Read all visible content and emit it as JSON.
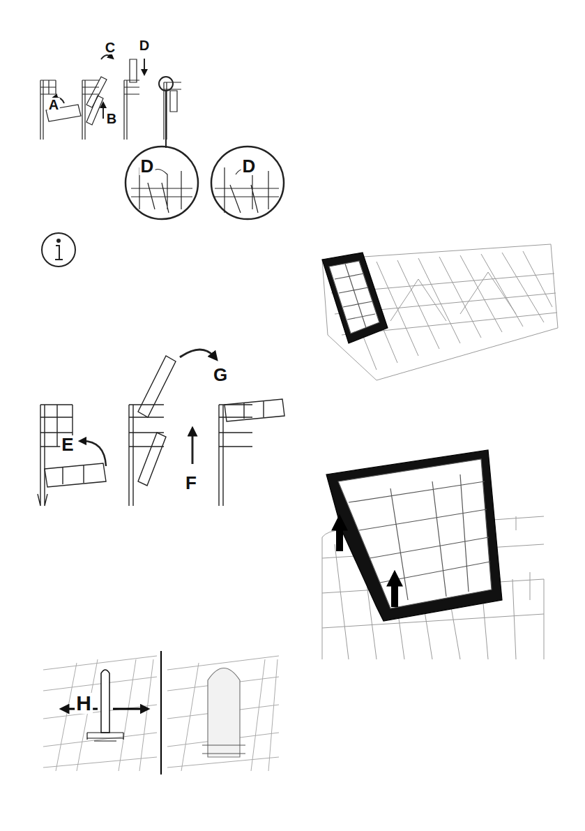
{
  "diagram": {
    "labels": [
      "C",
      "D",
      "A",
      "B",
      "D",
      "D",
      "G",
      "E",
      "F",
      "H"
    ]
  }
}
